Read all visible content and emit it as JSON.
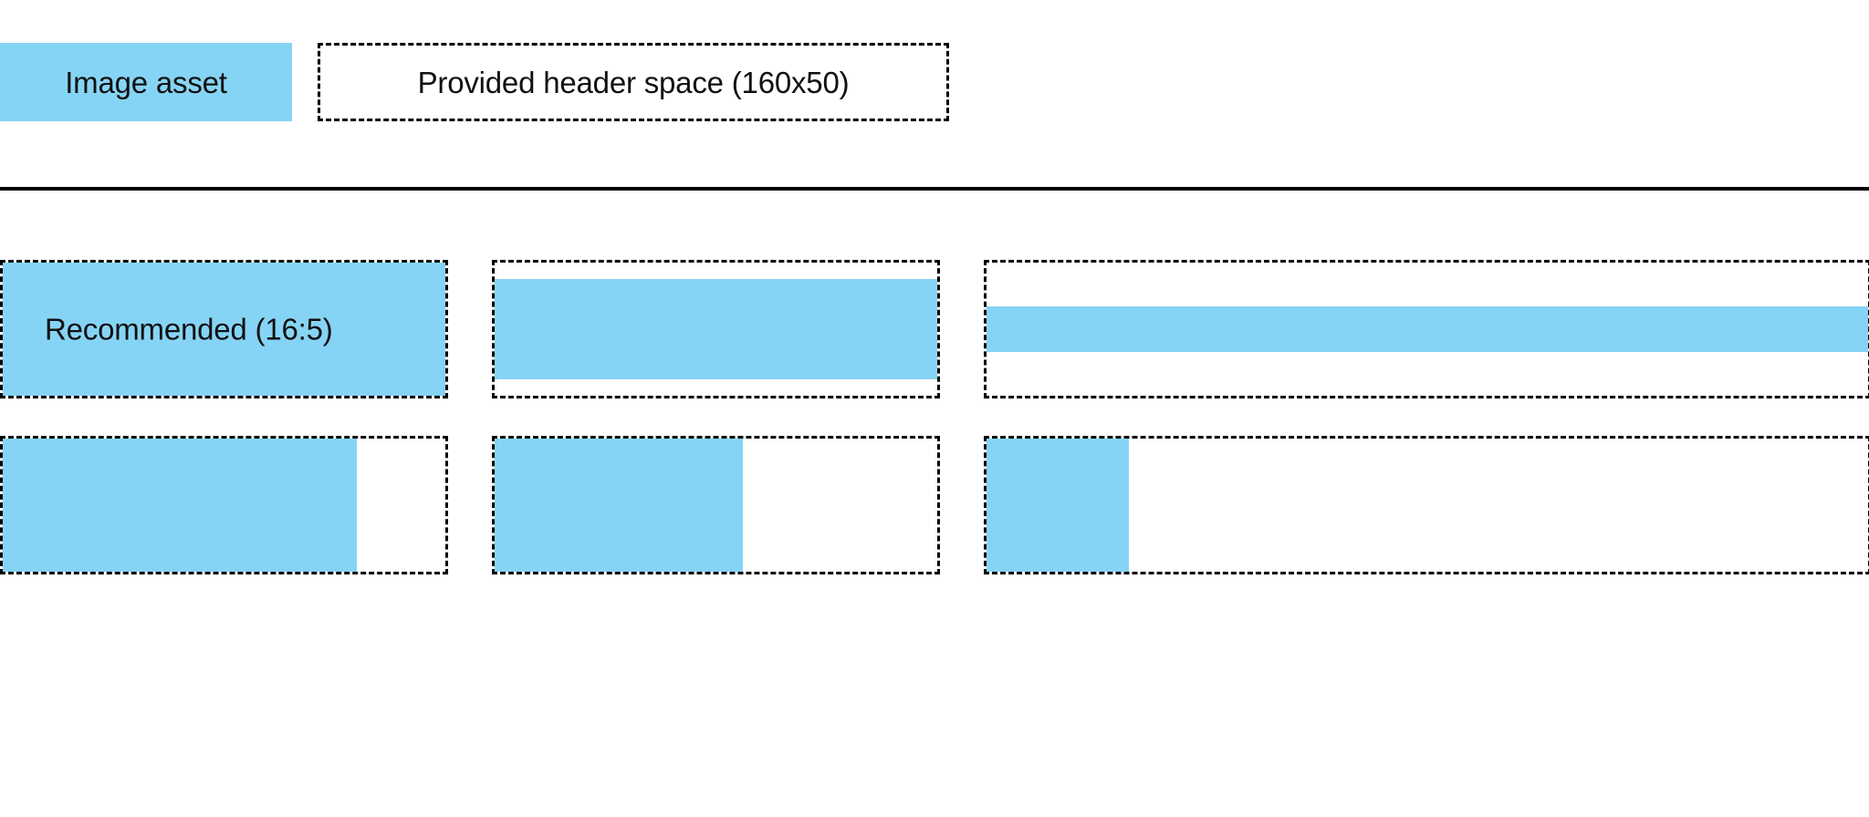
{
  "page": {
    "background_color": "#ffffff",
    "accent_color": "#86d4f5",
    "outline_color": "#000000"
  },
  "header": {
    "asset_swatch_label": "Image asset",
    "provided_space_label": "Provided header space (160x50)"
  },
  "divider": {
    "present": true
  },
  "frames": {
    "rows": [
      {
        "cells": [
          {
            "caption": "Recommended (16:5)",
            "fill_variant": "full"
          },
          {
            "caption": "",
            "fill_variant": "inset-v"
          },
          {
            "caption": "",
            "fill_variant": "band-v"
          }
        ]
      },
      {
        "cells": [
          {
            "caption": "",
            "fill_variant": "w-80"
          },
          {
            "caption": "",
            "fill_variant": "w-56"
          },
          {
            "caption": "",
            "fill_variant": "w-33"
          }
        ]
      }
    ]
  }
}
